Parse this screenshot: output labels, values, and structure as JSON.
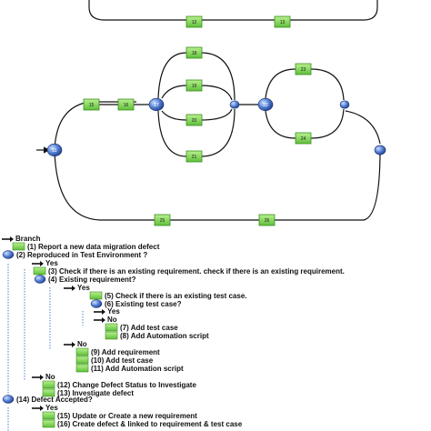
{
  "graph": {
    "green_nodes": [
      "12",
      "13",
      "15",
      "16",
      "18",
      "19",
      "20",
      "21",
      "23",
      "24",
      "25",
      "26"
    ],
    "gateway_labels": [
      "11",
      "17",
      "22"
    ],
    "colors": {
      "task": "#7fd35a",
      "task_border": "#3a8f1f",
      "gateway": "#3f6fc6",
      "edge": "#111111"
    }
  },
  "tree": {
    "root": "Branch",
    "lines": [
      "(1) Report a new data migration defect",
      "(2) Reproduced in Test Environment ?",
      "Yes",
      "(3) Check if there is an existing requirement. check if there is an existing requirement.",
      "(4) Existing requirement?",
      "Yes",
      "(5) Check if there is an existing test case.",
      "(6) Existing test case?",
      "Yes",
      "No",
      "(7) Add test case",
      "(8) Add Automation script",
      "No",
      "(9) Add requirement",
      "(10) Add test case",
      "(11) Add Automation script",
      "No",
      "(12) Change Defect Status to Investigate",
      "(13) Investigate defect",
      "(14) Defect Accepted?",
      "Yes",
      "(15) Update or Create a new requirement",
      "(16) Create defect & linked to requirement & test case"
    ]
  }
}
